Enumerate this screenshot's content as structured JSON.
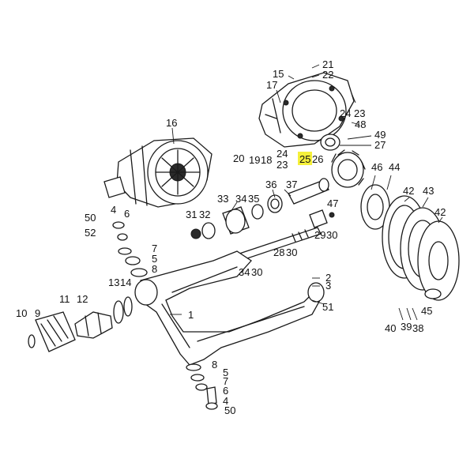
{
  "highlight_color": "#f5f03a",
  "highlighted_label": "25",
  "labels": {
    "l1": "1",
    "l2": "2",
    "l3": "3",
    "l4a": "4",
    "l4b": "4",
    "l5a": "5",
    "l5b": "5",
    "l6a": "6",
    "l6b": "6",
    "l7a": "7",
    "l7b": "7",
    "l8a": "8",
    "l8b": "8",
    "l9": "9",
    "l10": "10",
    "l11": "11",
    "l12": "12",
    "l13": "13",
    "l14": "14",
    "l15": "15",
    "l16": "16",
    "l17": "17",
    "l18": "18",
    "l19": "19",
    "l20": "20",
    "l21": "21",
    "l22": "22",
    "l23a": "23",
    "l23b": "23",
    "l24a": "24",
    "l24b": "24",
    "l25": "25",
    "l26": "26",
    "l27": "27",
    "l28": "28",
    "l29": "29",
    "l30a": "30",
    "l30b": "30",
    "l30c": "30",
    "l31": "31",
    "l32": "32",
    "l33": "33",
    "l34a": "34",
    "l34b": "34",
    "l35": "35",
    "l36": "36",
    "l37": "37",
    "l38": "38",
    "l39": "39",
    "l40": "40",
    "l42a": "42",
    "l42b": "42",
    "l43": "43",
    "l44": "44",
    "l45": "45",
    "l46": "46",
    "l47": "47",
    "l48": "48",
    "l49": "49",
    "l50a": "50",
    "l50b": "50",
    "l51": "51",
    "l52": "52"
  }
}
